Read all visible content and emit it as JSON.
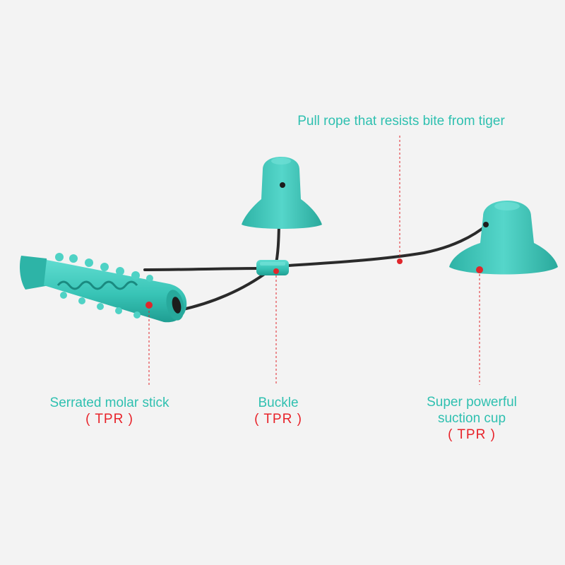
{
  "colors": {
    "background": "#f3f3f3",
    "label_teal": "#2fc0b0",
    "material_red": "#e8232a",
    "product_teal": "#3dc9bc",
    "product_teal_dark": "#1f9e92",
    "rope": "#2a2a2a",
    "marker": "#e0262b"
  },
  "callouts": {
    "rope": {
      "text": "Pull rope that resists bite from tiger"
    },
    "stick": {
      "text": "Serrated molar stick",
      "material": "( TPR )"
    },
    "buckle": {
      "text": "Buckle",
      "material": "( TPR )"
    },
    "cup": {
      "line1": "Super powerful",
      "line2": "suction cup",
      "material": "( TPR )"
    }
  }
}
